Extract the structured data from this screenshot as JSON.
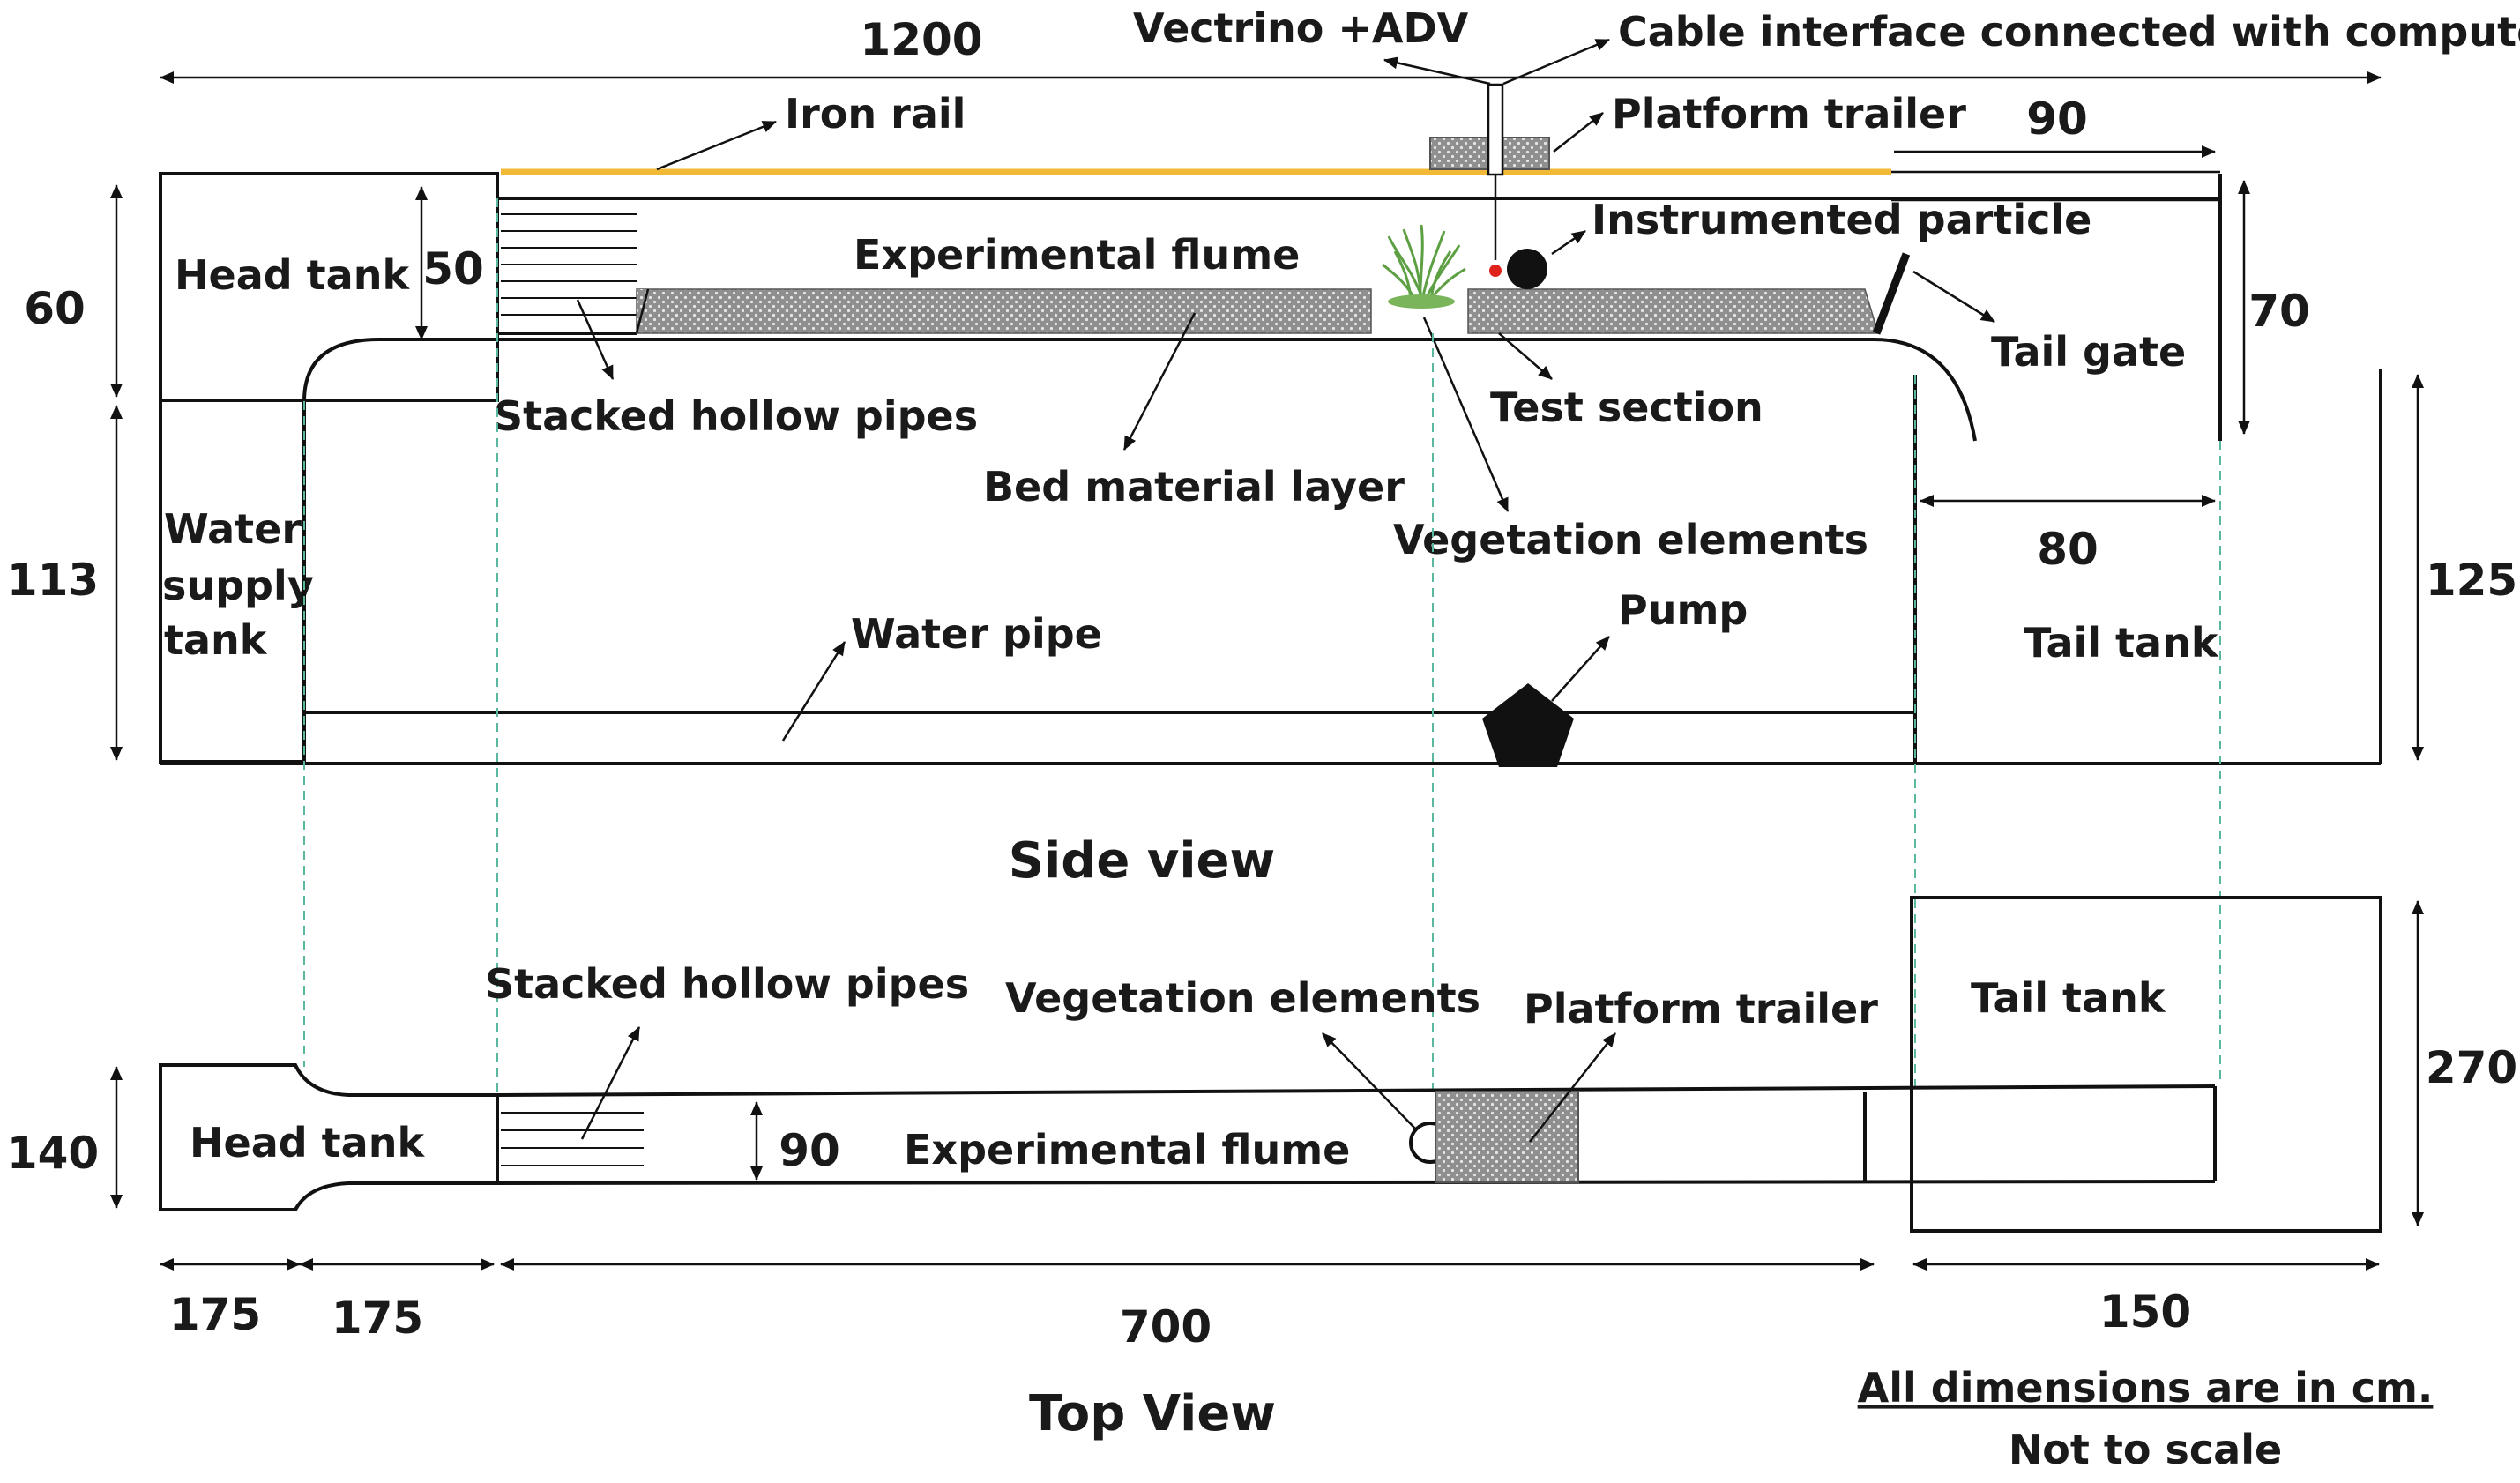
{
  "colors": {
    "rail": "#f2b936",
    "guide": "#5bb8a0",
    "particle_dot": "#e0221d",
    "vegetation": "#5da043",
    "hatch": "#8a8a8a"
  },
  "side_view": {
    "caption": "Side view",
    "labels": {
      "vectrino": "Vectrino +ADV",
      "cable": "Cable interface connected with computer",
      "iron_rail": "Iron rail",
      "platform_trailer": "Platform trailer",
      "instrumented_particle": "Instrumented particle",
      "head_tank": "Head tank",
      "experimental_flume": "Experimental flume",
      "tail_gate": "Tail gate",
      "stacked_hollow_pipes": "Stacked hollow pipes",
      "test_section": "Test section",
      "bed_material_layer": "Bed material layer",
      "vegetation_elements": "Vegetation elements",
      "water_supply_tank": [
        "Water",
        "supply",
        "tank"
      ],
      "water_pipe": "Water pipe",
      "pump": "Pump",
      "tail_tank": "Tail tank"
    },
    "dimensions": {
      "total_length": "1200",
      "head_tank_upper_height": "60",
      "flume_inlet_height": "50",
      "supply_tank_height": "113",
      "tail_gap": "90",
      "tail_wall_height": "70",
      "tail_tank_width": "80",
      "tail_tank_height": "125"
    }
  },
  "top_view": {
    "caption": "Top View",
    "labels": {
      "stacked_hollow_pipes": "Stacked hollow pipes",
      "vegetation_elements": "Vegetation elements",
      "platform_trailer": "Platform trailer",
      "tail_tank": "Tail tank",
      "head_tank": "Head tank",
      "experimental_flume": "Experimental flume"
    },
    "dimensions": {
      "head_tank_width": "140",
      "flume_width": "90",
      "tail_tank_width": "270",
      "head_tank_length": "175",
      "transition_length": "175",
      "flume_length": "700",
      "tail_tank_length": "150"
    }
  },
  "notes": {
    "units": "All dimensions are in cm.",
    "scale": "Not to scale"
  }
}
